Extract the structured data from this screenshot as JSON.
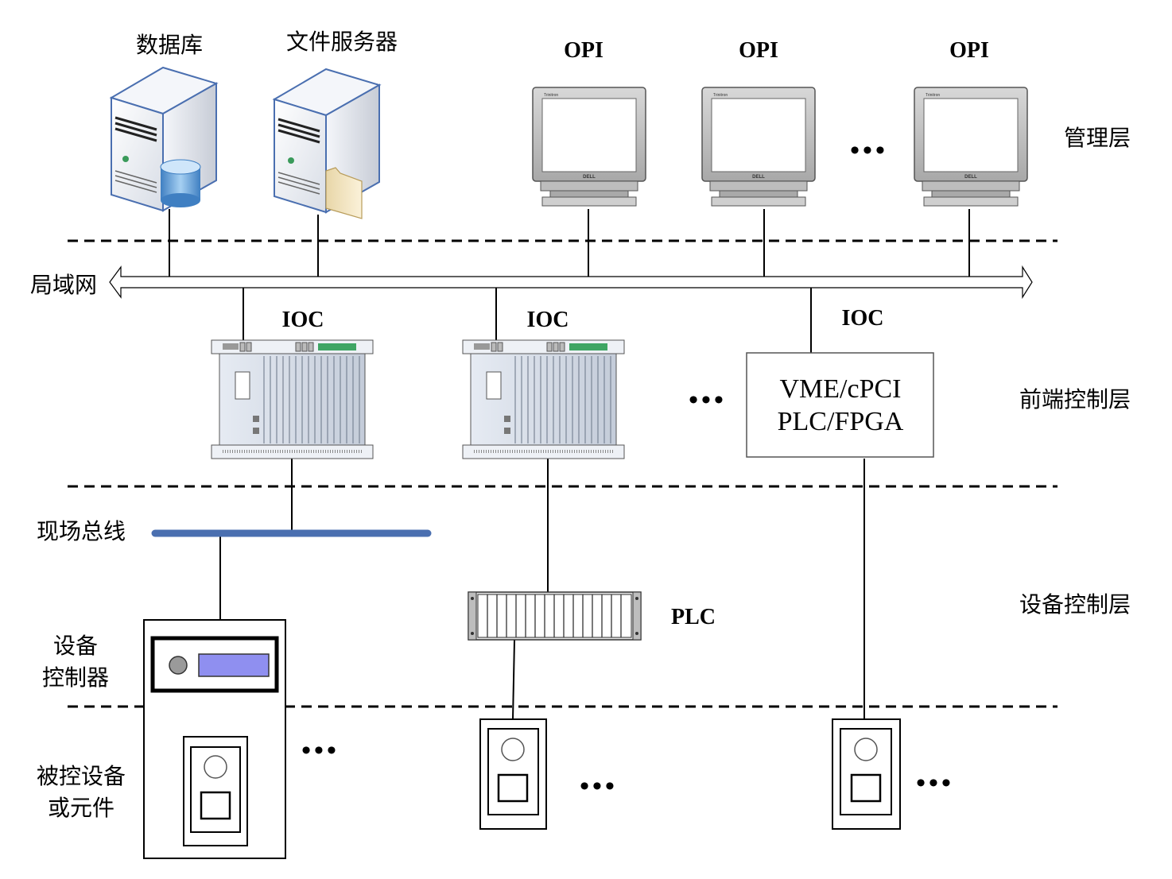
{
  "servers": {
    "database_label": "数据库",
    "file_server_label": "文件服务器"
  },
  "opi": {
    "labels": [
      "OPI",
      "OPI",
      "OPI"
    ],
    "monitor_brand": "Trinitron",
    "monitor_logo": "DELL"
  },
  "layers": {
    "management": "管理层",
    "front_end": "前端控制层",
    "device_control": "设备控制层"
  },
  "network": {
    "lan_label": "局域网",
    "fieldbus_label": "现场总线"
  },
  "ioc": {
    "labels": [
      "IOC",
      "IOC",
      "IOC"
    ],
    "box_line1": "VME/cPCI",
    "box_line2": "PLC/FPGA"
  },
  "plc": {
    "label": "PLC"
  },
  "left_labels": {
    "device_controller_line1": "设备",
    "device_controller_line2": "控制器",
    "controlled_line1": "被控设备",
    "controlled_line2": "或元件"
  },
  "ellipsis": "•••",
  "colors": {
    "fieldbus": "#4a6fb0",
    "display": "#8f8ff0",
    "cylinder": "#6aa6dc",
    "server_border": "#4a6fb0"
  }
}
